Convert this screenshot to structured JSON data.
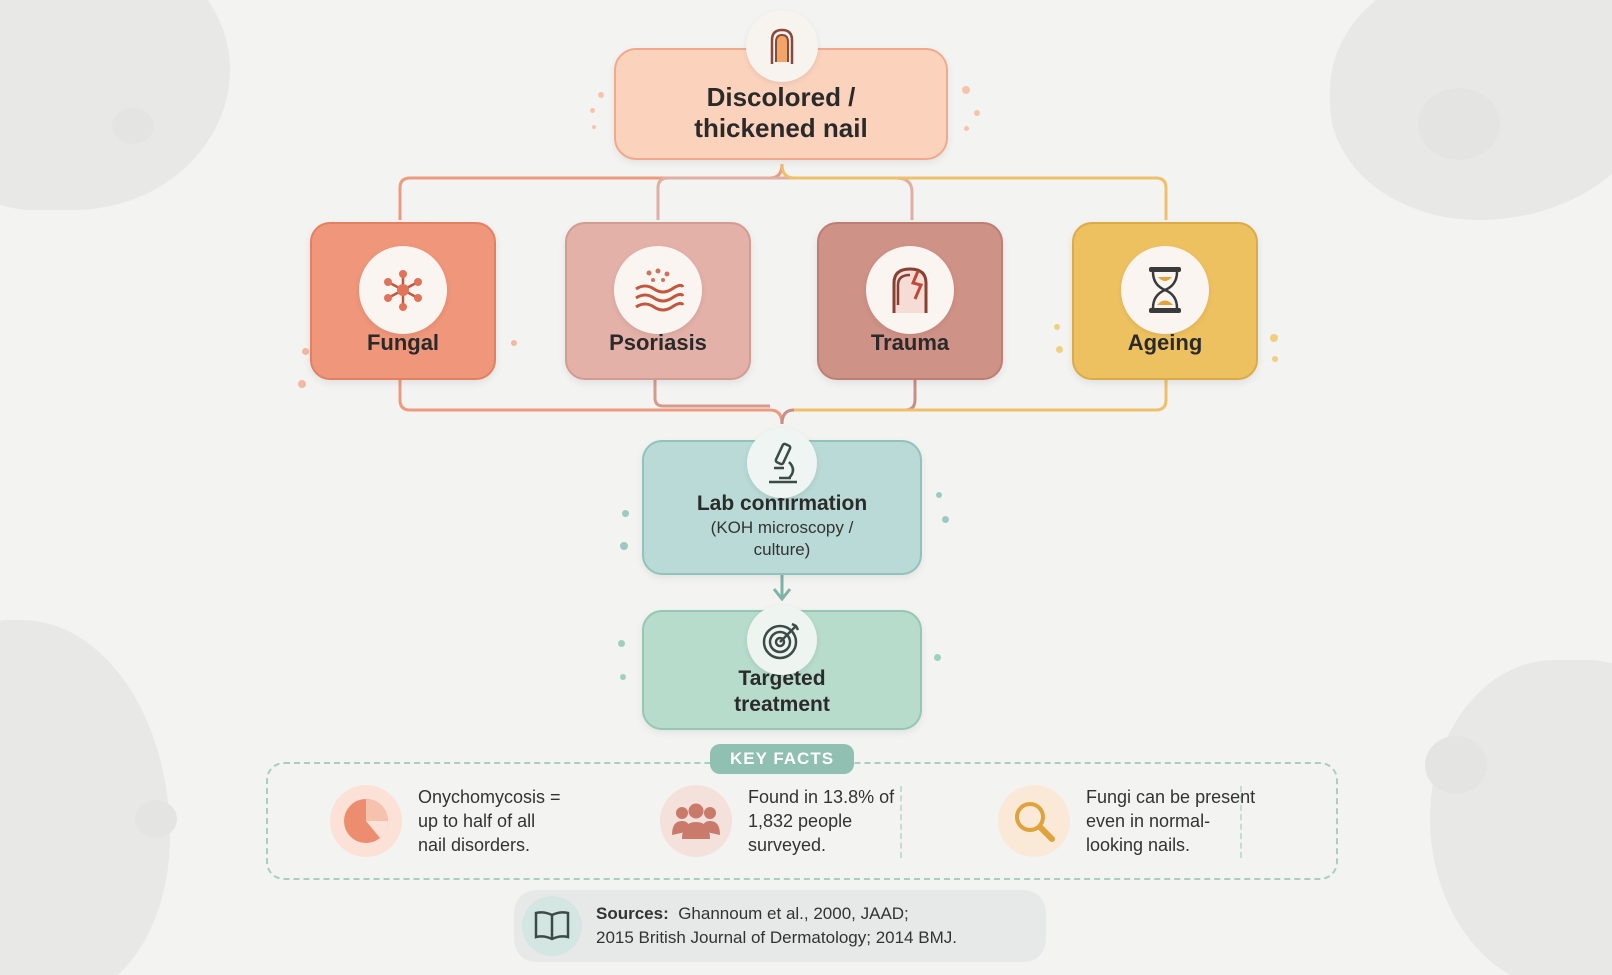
{
  "root": {
    "line1": "Discolored /",
    "line2": "thickened nail",
    "icon": "nail-icon"
  },
  "causes": [
    {
      "label": "Fungal",
      "icon": "fungus-network-icon",
      "color": "#f0967a"
    },
    {
      "label": "Psoriasis",
      "icon": "skin-layers-icon",
      "color": "#e3b1a8"
    },
    {
      "label": "Trauma",
      "icon": "cracked-nail-icon",
      "color": "#cf9287"
    },
    {
      "label": "Ageing",
      "icon": "hourglass-icon",
      "color": "#eec160"
    }
  ],
  "lab": {
    "title": "Lab confirmation",
    "line2": "(KOH microscopy /",
    "line3": "culture)",
    "icon": "microscope-icon",
    "color": "#b9dad6"
  },
  "treatment": {
    "line1": "Targeted",
    "line2": "treatment",
    "icon": "target-icon",
    "color": "#b7dccb"
  },
  "key_facts": {
    "heading": "KEY FACTS",
    "items": [
      {
        "lines": [
          "Onychomycosis =",
          "up to half of all",
          "nail disorders."
        ],
        "icon": "pie-chart-icon"
      },
      {
        "lines": [
          "Found in 13.8% of",
          "1,832 people",
          "surveyed."
        ],
        "icon": "people-group-icon"
      },
      {
        "lines": [
          "Fungi can be present",
          "even in normal-",
          "looking nails."
        ],
        "icon": "magnifier-icon"
      }
    ]
  },
  "sources": {
    "label": "Sources:",
    "line1": "Ghannoum et al., 2000, JAAD;",
    "line2": "2015 British Journal of Dermatology; 2014 BMJ.",
    "icon": "book-icon"
  },
  "colors": {
    "root_bg": "#fbd3bd",
    "root_border": "#f1a98c",
    "heading_bg": "#8fc0b1",
    "background": "#f3f3f2"
  }
}
